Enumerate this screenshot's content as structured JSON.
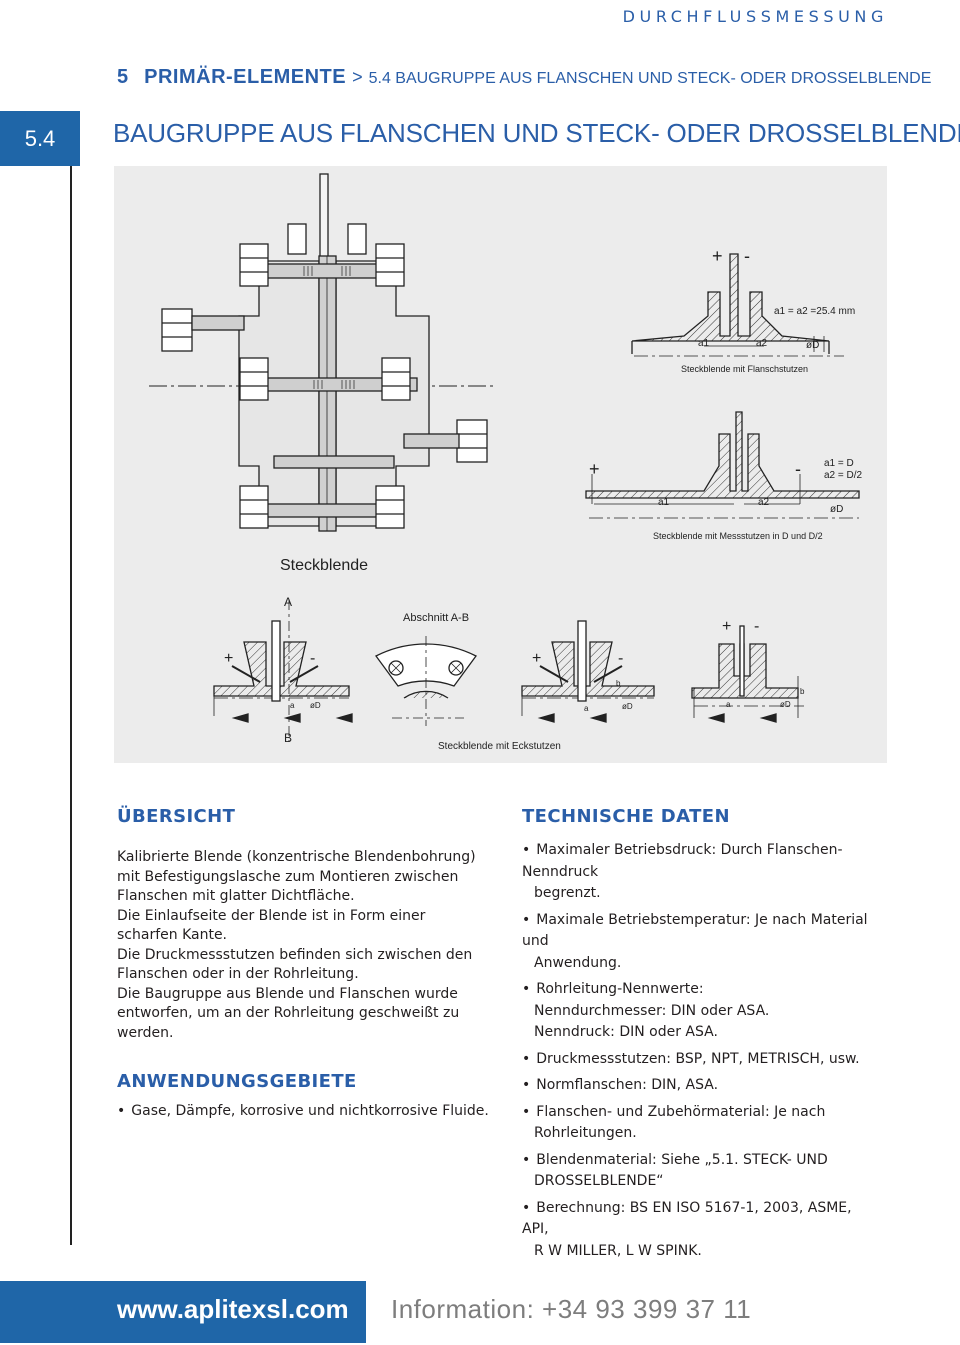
{
  "header": {
    "brand": "DURCHFLUSSMESSUNG",
    "chapter_number": "5",
    "chapter_title": "PRIMÄR-ELEMENTE",
    "separator": ">",
    "section": "5.4 BAUGRUPPE AUS FLANSCHEN UND STECK- ODER DROSSELBLENDE"
  },
  "side_tab": "5.4",
  "page_title": "BAUGRUPPE AUS FLANSCHEN UND STECK- ODER DROSSELBLENDE",
  "figure": {
    "main_label": "Steckblende",
    "label_a": "A",
    "label_b": "B",
    "abschnitt": "Abschnitt A-B",
    "caption_flanschstutzen": "Steckblende mit Flanschstutzen",
    "caption_messstutzen": "Steckblende mit Messstutzen in D und D/2",
    "caption_eckstutzen": "Steckblende mit Eckstutzen",
    "note_a1a2_25": "a1 = a2 =25.4 mm",
    "note_a1_d": "a1 = D",
    "note_a2_d2": "a2 = D/2",
    "lbl_a1": "a1",
    "lbl_a2": "a2",
    "lbl_phi_d": "øD",
    "lbl_plus": "+",
    "lbl_minus": "-",
    "lbl_a": "a",
    "lbl_b": "b"
  },
  "uebersicht": {
    "heading": "ÜBERSICHT",
    "paragraphs": [
      "Kalibrierte Blende (konzentrische Blendenbohrung) mit Befestigungslasche zum Montieren zwischen Flanschen mit glatter Dichtfläche.",
      "Die Einlaufseite der Blende ist in Form einer scharfen Kante.",
      "Die Druckmessstutzen befinden sich zwischen den Flanschen oder in der Rohrleitung.",
      "Die Baugruppe aus Blende und Flanschen wurde entworfen, um an der Rohrleitung geschweißt zu werden."
    ]
  },
  "anwendungsgebiete": {
    "heading": "ANWENDUNGSGEBIETE",
    "item": "Gase, Dämpfe, korrosive und nichtkorrosive Fluide."
  },
  "technische_daten": {
    "heading": "TECHNISCHE DATEN",
    "items": [
      [
        "Maximaler Betriebsdruck: Durch Flanschen-Nenndruck",
        "begrenzt."
      ],
      [
        "Maximale Betriebstemperatur: Je nach Material und",
        "Anwendung."
      ],
      [
        "Rohrleitung-Nennwerte:",
        "Nenndurchmesser: DIN oder ASA.",
        "Nenndruck: DIN oder ASA."
      ],
      [
        "Druckmessstutzen: BSP, NPT, METRISCH, usw."
      ],
      [
        "Normflanschen: DIN, ASA."
      ],
      [
        "Flanschen- und Zubehörmaterial: Je nach",
        "Rohrleitungen."
      ],
      [
        "Blendenmaterial: Siehe „5.1. STECK- UND",
        "DROSSELBLENDE“"
      ],
      [
        "Berechnung: BS EN ISO 5167-1, 2003, ASME, API,",
        "R W MILLER, L W SPINK."
      ]
    ]
  },
  "footer": {
    "url": "www.aplitexsl.com",
    "info": "Information: +34  93  399 37 11"
  }
}
